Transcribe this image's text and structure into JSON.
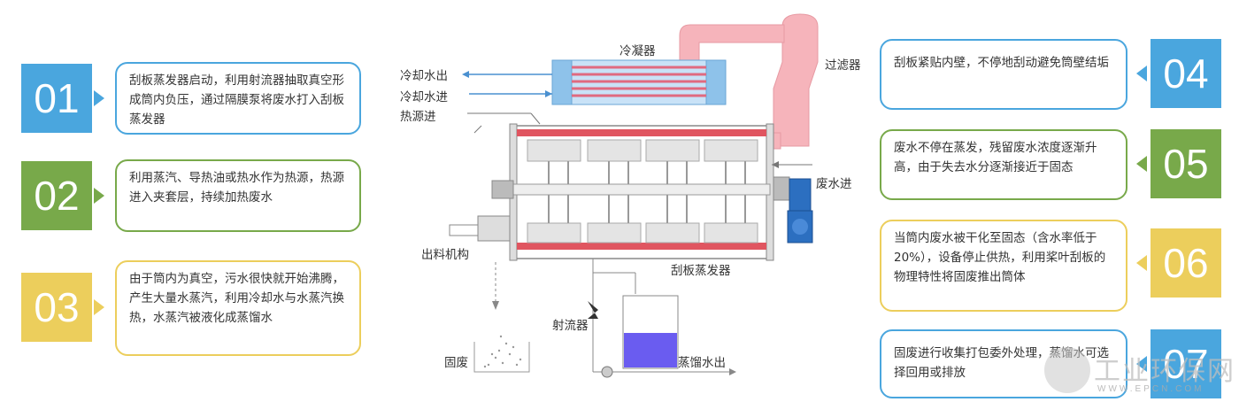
{
  "steps": [
    {
      "num": "01",
      "text": "刮板蒸发器启动，利用射流器抽取真空形成筒内负压，通过隔膜泵将废水打入刮板蒸发器",
      "color": "#4aa6de"
    },
    {
      "num": "02",
      "text": "利用蒸汽、导热油或热水作为热源，热源进入夹套层，持续加热废水",
      "color": "#78a94a"
    },
    {
      "num": "03",
      "text": "由于筒内为真空，污水很快就开始沸腾，产生大量水蒸汽，利用冷却水与水蒸汽换热，水蒸汽被液化成蒸馏水",
      "color": "#ecce5c"
    },
    {
      "num": "04",
      "text": "刮板紧贴内壁，不停地刮动避免筒壁结垢",
      "color": "#4aa6de"
    },
    {
      "num": "05",
      "text": "废水不停在蒸发，残留废水浓度逐渐升高，由于失去水分逐渐接近于固态",
      "color": "#78a94a"
    },
    {
      "num": "06",
      "text": "当筒内废水被干化至固态（含水率低于20%），设备停止供热，利用桨叶刮板的物理特性将固废推出筒体",
      "color": "#ecce5c"
    },
    {
      "num": "07",
      "text": "固废进行收集打包委外处理，蒸馏水可选择回用或排放",
      "color": "#4aa6de"
    }
  ],
  "labels": {
    "condenser": "冷凝器",
    "filter": "过滤器",
    "cooling_out": "冷却水出",
    "cooling_in": "冷却水进",
    "heat_in": "热源进",
    "waste_in": "废水进",
    "discharge": "出料机构",
    "evaporator": "刮板蒸发器",
    "ejector": "射流器",
    "solid_waste": "固废",
    "distilled_out": "蒸馏水出"
  },
  "watermark": {
    "cn": "工业环保网",
    "url": "WWW.EPCN.COM"
  }
}
